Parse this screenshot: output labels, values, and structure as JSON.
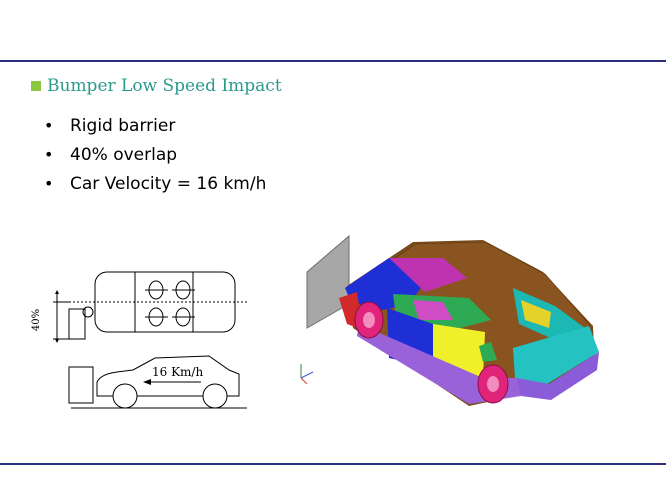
{
  "colors": {
    "rule": "#2b2f7e",
    "accent": "#2a9a8c",
    "bullet_square": "#8dc63f"
  },
  "title": "Bumper Low Speed Impact",
  "bullets": [
    "Rigid  barrier",
    "40% overlap",
    "Car Velocity = 16 km/h"
  ],
  "diagram": {
    "overlap_label": "40%",
    "velocity_label": "16 Km/h"
  }
}
